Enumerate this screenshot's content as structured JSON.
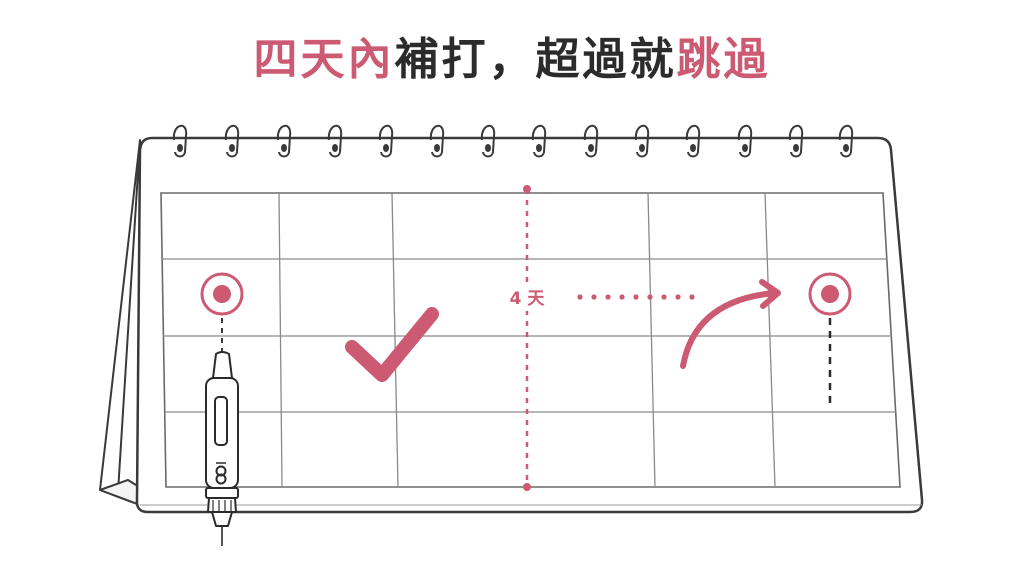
{
  "title": {
    "part1": "四天內",
    "part2": "補打，超過就",
    "part3": "跳過"
  },
  "diagram": {
    "interval_label": "4 天"
  },
  "colors": {
    "accent": "#cc5a72",
    "text": "#2b2b2b",
    "line": "#3a3a3a",
    "grid": "#8a8a8a"
  },
  "icons": [
    "calendar-icon",
    "injection-pen-icon",
    "checkmark-icon",
    "curved-arrow-icon",
    "target-dot-icon"
  ]
}
